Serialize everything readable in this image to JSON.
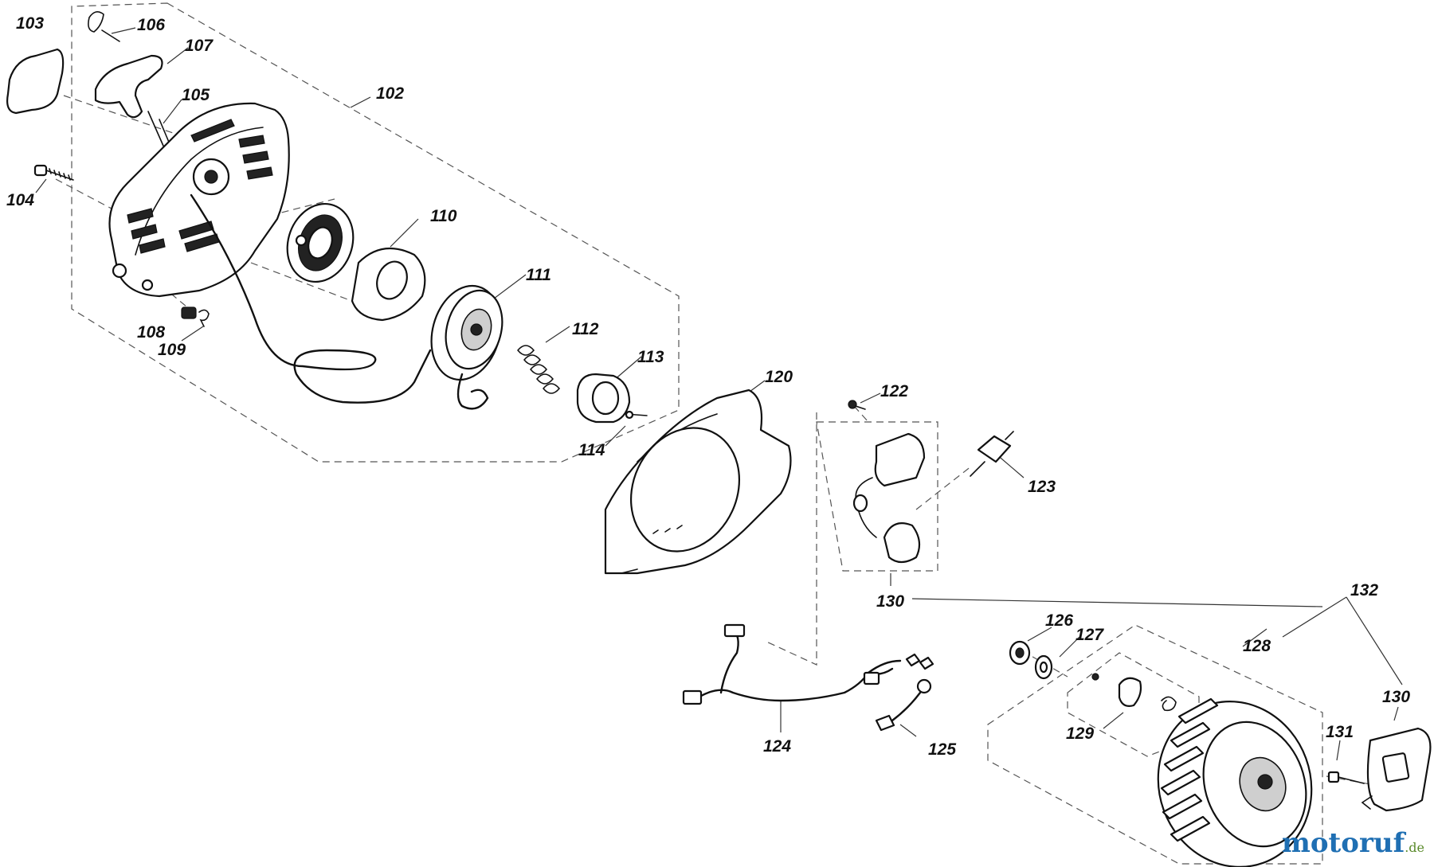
{
  "parts": [
    {
      "id": "p103",
      "label": "103"
    },
    {
      "id": "p106",
      "label": "106"
    },
    {
      "id": "p107",
      "label": "107"
    },
    {
      "id": "p105",
      "label": "105"
    },
    {
      "id": "p102",
      "label": "102"
    },
    {
      "id": "p104",
      "label": "104"
    },
    {
      "id": "p110",
      "label": "110"
    },
    {
      "id": "p111",
      "label": "111"
    },
    {
      "id": "p108",
      "label": "108"
    },
    {
      "id": "p109",
      "label": "109"
    },
    {
      "id": "p112",
      "label": "112"
    },
    {
      "id": "p113",
      "label": "113"
    },
    {
      "id": "p114",
      "label": "114"
    },
    {
      "id": "p120",
      "label": "120"
    },
    {
      "id": "p122",
      "label": "122"
    },
    {
      "id": "p123",
      "label": "123"
    },
    {
      "id": "p130a",
      "label": "130"
    },
    {
      "id": "p132",
      "label": "132"
    },
    {
      "id": "p126",
      "label": "126"
    },
    {
      "id": "p127",
      "label": "127"
    },
    {
      "id": "p128",
      "label": "128"
    },
    {
      "id": "p130b",
      "label": "130"
    },
    {
      "id": "p129",
      "label": "129"
    },
    {
      "id": "p131",
      "label": "131"
    },
    {
      "id": "p124",
      "label": "124"
    },
    {
      "id": "p125",
      "label": "125"
    }
  ],
  "watermark": {
    "brand": "motoruf",
    "tld": ".de"
  }
}
